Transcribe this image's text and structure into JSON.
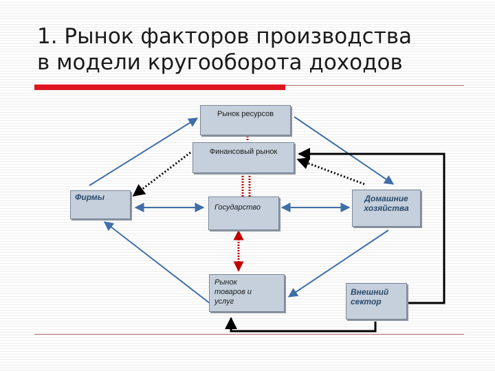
{
  "title": {
    "line1": "1. Рынок факторов производства",
    "line2": "в модели кругооборота доходов"
  },
  "nodes": {
    "resource_market": "Рынок ресурсов",
    "financial_market": "Финансовый рынок",
    "firms": "Фирмы",
    "government": "Государство",
    "households_line1": "Домашние",
    "households_line2": "хозяйства",
    "goods_market_line1": "Рынок",
    "goods_market_line2": "товаров и",
    "goods_market_line3": "услуг",
    "external_line1": "Внешний",
    "external_line2": "сектор"
  },
  "colors": {
    "flow_arrow": "#3f6ea8",
    "dotted_arrow": "#000000",
    "government_link": "#c00000",
    "external_loop": "#000000",
    "node_fill": "#c5d0dc",
    "title_underline": "#e0141e"
  }
}
